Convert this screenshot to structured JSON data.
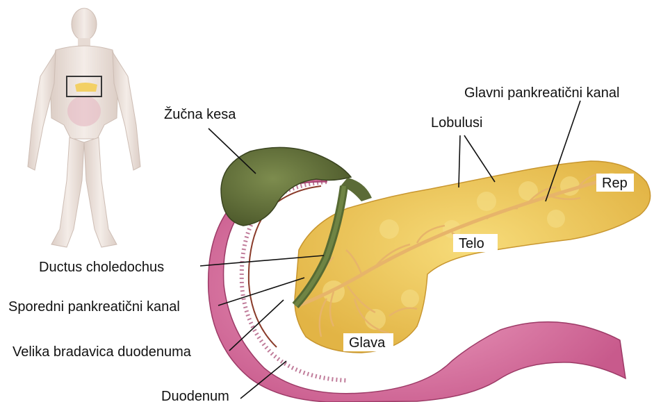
{
  "labels": {
    "gallbladder": "Žučna kesa",
    "main_duct": "Glavni pankreatični kanal",
    "lobules": "Lobulusi",
    "tail": "Rep",
    "body": "Telo",
    "bile_duct": "Ductus choledochus",
    "accessory_duct": "Sporedni pankreatični kanal",
    "major_papilla": "Velika bradavica duodenuma",
    "head": "Glava",
    "duodenum": "Duodenum"
  },
  "colors": {
    "pancreas": "#f3cf5c",
    "pancreas_dark": "#d9a93a",
    "duct": "#e8b870",
    "duodenum": "#e07aa8",
    "duodenum_dark": "#b8487a",
    "gallbladder": "#5f6e3a",
    "body_skin": "#e9ddd6"
  }
}
